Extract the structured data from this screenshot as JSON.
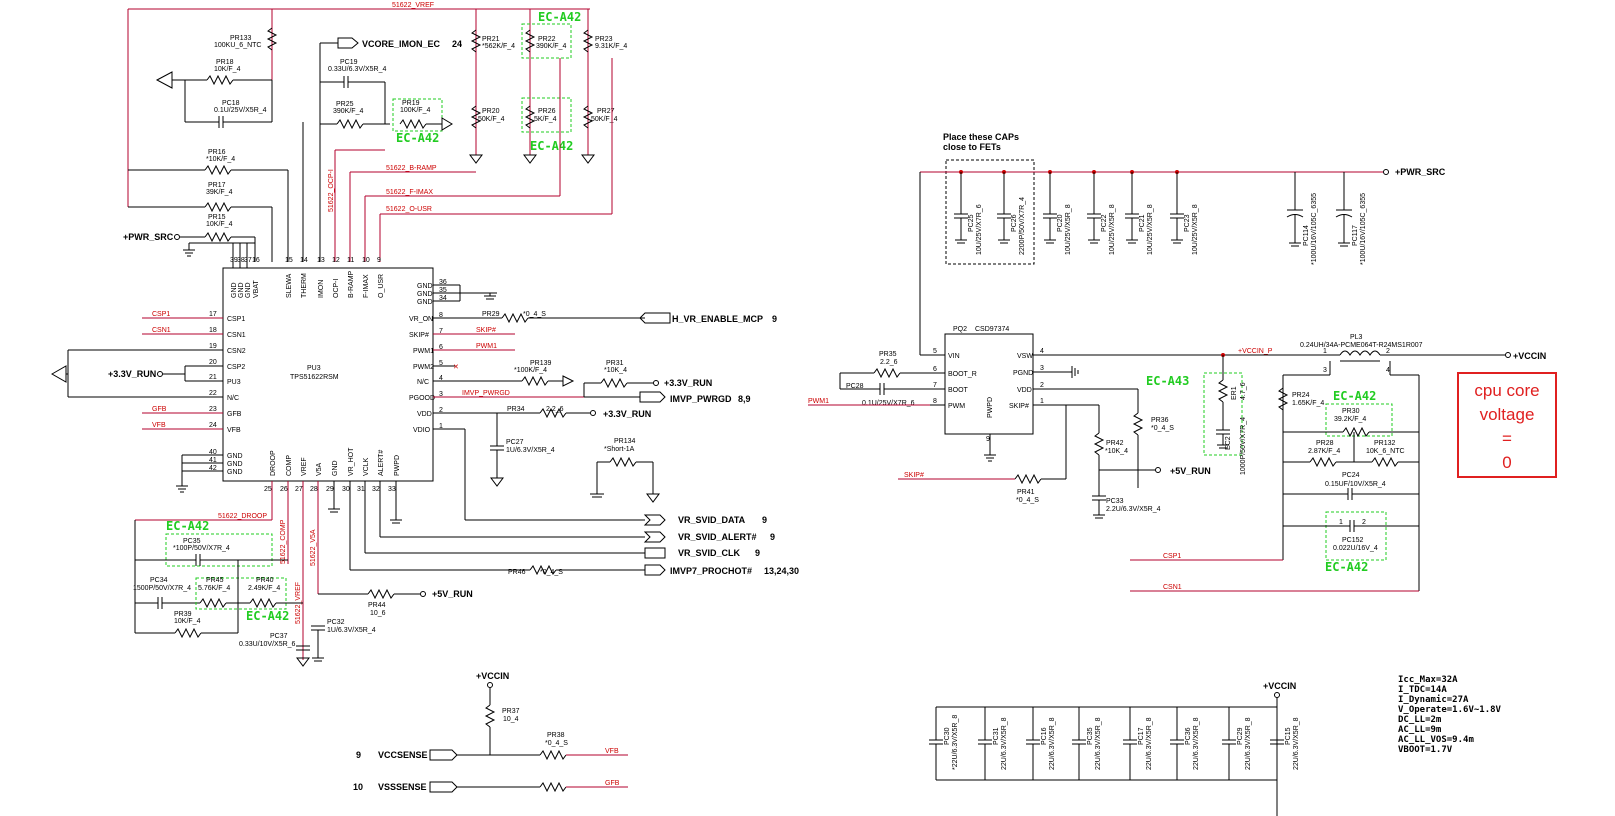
{
  "left": {
    "net_vref": "51622_VREF",
    "ic_ref": "PU3",
    "ic_part": "TPS51622RSM",
    "vcore_imon": "VCORE_IMON_EC",
    "vcore_imon_page": "24",
    "ec_a42": "EC-A42",
    "pr133": {
      "ref": "PR133",
      "val": "100KU_6_NTC"
    },
    "pr18": {
      "ref": "PR18",
      "val": "10K/F_4"
    },
    "pc18": {
      "ref": "PC18",
      "val": "0.1U/25V/X5R_4"
    },
    "pc19": {
      "ref": "PC19",
      "val": "0.33U/6.3V/X5R_4"
    },
    "pr25": {
      "ref": "PR25",
      "val": "390K/F_4"
    },
    "pr19": {
      "ref": "PR19",
      "val": "100K/F_4"
    },
    "pr21": {
      "ref": "PR21",
      "val": "*562K/F_4"
    },
    "pr22": {
      "ref": "PR22",
      "val": "390K/F_4"
    },
    "pr23": {
      "ref": "PR23",
      "val": "9.31K/F_4"
    },
    "pr20": {
      "ref": "PR20",
      "val": "50K/F_4"
    },
    "pr26": {
      "ref": "PR26",
      "val": "5K/F_4"
    },
    "pr27": {
      "ref": "PR27",
      "val": "50K/F_4"
    },
    "pr16": {
      "ref": "PR16",
      "val": "*10K/F_4"
    },
    "pr17": {
      "ref": "PR17",
      "val": "39K/F_4"
    },
    "pr15": {
      "ref": "PR15",
      "val": "10K/F_4"
    },
    "net_bramp": "51622_B-RAMP",
    "net_fimax": "51622_F-IMAX",
    "net_ousr": "51622_O-USR",
    "net_ocp": "51622_OCP-I",
    "pwr_src": "+PWR_SRC",
    "top_pins": [
      "39",
      "38",
      "37",
      "16",
      "15",
      "14",
      "13",
      "12",
      "11",
      "10",
      "9"
    ],
    "top_pin_names": [
      "GND",
      "GND",
      "GND",
      "VBAT",
      "SLEWA",
      "THERM",
      "IMON",
      "OCP-I",
      "B-RAMP",
      "F-IMAX",
      "O_USR"
    ],
    "left_pins": [
      "17",
      "18",
      "19",
      "20",
      "21",
      "22",
      "23",
      "24"
    ],
    "left_pin_names": [
      "CSP1",
      "CSN1",
      "CSN2",
      "CSP2",
      "PU3",
      "N/C",
      "GFB",
      "VFB"
    ],
    "left_gnd_pins": [
      "40",
      "41",
      "42"
    ],
    "left_gnd_names": [
      "GND",
      "GND",
      "GND"
    ],
    "net_csp1": "CSP1",
    "net_csn1": "CSN1",
    "net_gfb": "GFB",
    "net_vfb": "VFB",
    "run33": "+3.3V_RUN",
    "right_pins": [
      "36",
      "35",
      "34",
      "8",
      "7",
      "6",
      "5",
      "4",
      "3",
      "2",
      "1"
    ],
    "right_pin_names": [
      "GND",
      "GND",
      "GND",
      "VR_ON",
      "SKIP#",
      "PWM1",
      "PWM2",
      "N/C",
      "PGOOD",
      "VDD",
      "VDIO"
    ],
    "pr29": {
      "ref": "PR29",
      "val": "*0_4_S"
    },
    "h_vr_enable": "H_VR_ENABLE_MCP",
    "h_vr_enable_page": "9",
    "net_skip": "SKIP#",
    "net_pwm1": "PWM1",
    "pr139": {
      "ref": "PR139",
      "val": "*100K/F_4"
    },
    "pr31": {
      "ref": "PR31",
      "val": "*10K_4"
    },
    "net_imvp_pwrgd": "IMVP_PWRGD",
    "imvp_pwrgd": "IMVP_PWRGD",
    "imvp_pwrgd_page": "8,9",
    "pr34": {
      "ref": "PR34",
      "val": "2.2_6"
    },
    "pc27": {
      "ref": "PC27",
      "val": "1U/6.3V/X5R_4"
    },
    "pr134": {
      "ref": "PR134",
      "val": "*Short-1A"
    },
    "bottom_pins": [
      "25",
      "26",
      "27",
      "28",
      "29",
      "30",
      "31",
      "32",
      "33"
    ],
    "bottom_pin_names": [
      "DROOP",
      "COMP",
      "VREF",
      "V5A",
      "GND",
      "VR_HOT",
      "VCLK",
      "ALERT#",
      "PWPD"
    ],
    "net_droop": "51622_DROOP",
    "net_comp": "51622_COMP",
    "net_vref2": "51622_VREF",
    "net_v5a": "51622_V5A",
    "vr_svid_data": "VR_SVID_DATA",
    "vr_svid_alert": "VR_SVID_ALERT#",
    "vr_svid_clk": "VR_SVID_CLK",
    "imvp7_prochot": "IMVP7_PROCHOT#",
    "svid_data_page": "9",
    "svid_alert_page": "9",
    "svid_clk_page": "9",
    "prochot_page": "13,24,30",
    "pr46": {
      "ref": "PR46",
      "val": "*0_4_S"
    },
    "pc35": {
      "ref": "PC35",
      "val": "*100P/50V/X7R_4"
    },
    "pc34": {
      "ref": "PC34",
      "val": "1500P/50V/X7R_4"
    },
    "pr45": {
      "ref": "PR45",
      "val": "5.76K/F_4"
    },
    "pr40": {
      "ref": "PR40",
      "val": "2.49K/F_4"
    },
    "pr39": {
      "ref": "PR39",
      "val": "10K/F_4"
    },
    "pr44": {
      "ref": "PR44",
      "val": "10_6"
    },
    "pc32": {
      "ref": "PC32",
      "val": "1U/6.3V/X5R_4"
    },
    "pc37": {
      "ref": "PC37",
      "val": "0.33U/10V/X5R_6"
    },
    "run5": "+5V_RUN",
    "vccin": "+VCCIN",
    "pr37": {
      "ref": "PR37",
      "val": "10_4"
    },
    "pr38": {
      "ref": "PR38",
      "val": "*0_4_S"
    },
    "vccsense": "VCCSENSE",
    "vsssense": "VSSSENSE",
    "vccsense_page": "9",
    "vsssense_page": "10",
    "net_vfb2": "VFB",
    "net_gfb2": "GFB"
  },
  "right": {
    "place_caps": "Place these CAPs close to FETs",
    "pwr_src": "+PWR_SRC",
    "caps_top": [
      {
        "ref": "PC25",
        "val": "10U/25V/X7R_6"
      },
      {
        "ref": "PC26",
        "val": "2200P/50V/X7R_4"
      },
      {
        "ref": "PC20",
        "val": "10U/25V/X5R_8"
      },
      {
        "ref": "PC22",
        "val": "10U/25V/X5R_8"
      },
      {
        "ref": "PC21",
        "val": "10U/25V/X5R_8"
      },
      {
        "ref": "PC23",
        "val": "10U/25V/X5R_8"
      }
    ],
    "pc114": {
      "ref": "PC114",
      "val": "*100U/16V/105C_6355"
    },
    "pc117": {
      "ref": "PC117",
      "val": "*100U/16V/105C_6355"
    },
    "pq2_ref": "PQ2",
    "pq2_part": "CSD97374",
    "pq2_left_pins": [
      "5",
      "6",
      "7",
      "8"
    ],
    "pq2_left_names": [
      "VIN",
      "BOOT_R",
      "BOOT",
      "PWM"
    ],
    "pq2_right_pins": [
      "4",
      "3",
      "2",
      "1"
    ],
    "pq2_right_names": [
      "VSW",
      "PGND",
      "VDD",
      "SKIP#"
    ],
    "pq2_bottom_pin": "9",
    "pq2_bottom_name": "PWPD",
    "pr35": {
      "ref": "PR35",
      "val": "2.2_6"
    },
    "pc28": {
      "ref": "PC28",
      "val": "0.1U/25V/X7R_6"
    },
    "net_pwm1": "PWM1",
    "net_skip": "SKIP#",
    "net_vccin_p": "+VCCIN_P",
    "pl3": {
      "ref": "PL3",
      "val": "0.24UH/34A-PCME064T-R24MS1R007"
    },
    "pl3_pins": [
      "1",
      "2",
      "3",
      "4"
    ],
    "vccin": "+VCCIN",
    "ec_a43": "EC-A43",
    "ec_a42": "EC-A42",
    "er1": {
      "ref": "ER1",
      "val": "4.7_6"
    },
    "ec2": {
      "ref": "EC2",
      "val": "1000P/50V/X7R_4"
    },
    "pr36": {
      "ref": "PR36",
      "val": "*0_4_S"
    },
    "pr42": {
      "ref": "PR42",
      "val": "*10K_4"
    },
    "run5": "+5V_RUN",
    "pr41": {
      "ref": "PR41",
      "val": "*0_4_S"
    },
    "pc33": {
      "ref": "PC33",
      "val": "2.2U/6.3V/X5R_4"
    },
    "pr24": {
      "ref": "PR24",
      "val": "1.65K/F_4"
    },
    "pr30": {
      "ref": "PR30",
      "val": "39.2K/F_4"
    },
    "pr28": {
      "ref": "PR28",
      "val": "2.87K/F_4"
    },
    "pr132": {
      "ref": "PR132",
      "val": "10K_6_NTC"
    },
    "pc24": {
      "ref": "PC24",
      "val": "0.15UF/10V/X5R_4"
    },
    "pc152": {
      "ref": "PC152",
      "val": "0.022U/16V_4"
    },
    "pc152_pins": [
      "1",
      "2"
    ],
    "net_csp1": "CSP1",
    "net_csn1": "CSN1",
    "note": "cpu core\nvoltage\n=\n0",
    "vccin2": "+VCCIN",
    "caps_bottom": [
      {
        "ref": "PC30",
        "val": "*22U/6.3V/X5R_8"
      },
      {
        "ref": "PC31",
        "val": "22U/6.3V/X5R_8"
      },
      {
        "ref": "PC16",
        "val": "22U/6.3V/X5R_8"
      },
      {
        "ref": "PC35",
        "val": "22U/6.3V/X5R_8"
      },
      {
        "ref": "PC17",
        "val": "22U/6.3V/X5R_8"
      },
      {
        "ref": "PC36",
        "val": "22U/6.3V/X5R_8"
      },
      {
        "ref": "PC29",
        "val": "22U/6.3V/X5R_8"
      },
      {
        "ref": "PC15",
        "val": "22U/6.3V/X5R_8"
      }
    ],
    "specs": [
      "Icc_Max=32A",
      "I_TDC=14A",
      "I_Dynamic=27A",
      "V_Operate=1.6V~1.8V",
      "DC_LL=2m",
      "AC_LL=9m",
      "AC_LL_VOS=9.4m",
      "VBOOT=1.7V"
    ]
  }
}
